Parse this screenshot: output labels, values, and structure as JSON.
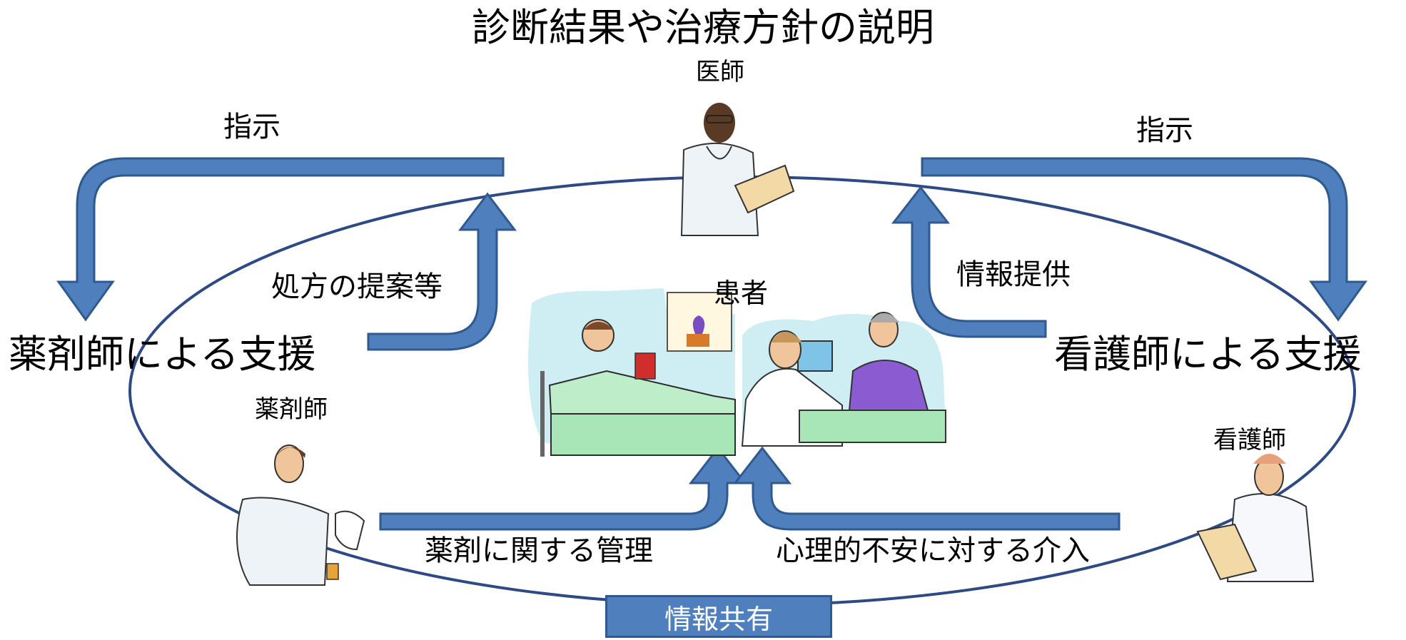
{
  "title": "診断結果や治療方針の説明",
  "roles": {
    "doctor": "医師",
    "patient": "患者",
    "pharmacist": "薬剤師",
    "nurse": "看護師"
  },
  "support": {
    "pharmacist": "薬剤師による支援",
    "nurse": "看護師による支援"
  },
  "arrows": {
    "instruct_left": "指示",
    "instruct_right": "指示",
    "prescription_proposal": "処方の提案等",
    "info_provision": "情報提供",
    "drug_management": "薬剤に関する管理",
    "psych_intervention": "心理的不安に対する介入"
  },
  "info_sharing": "情報共有",
  "colors": {
    "arrow_fill": "#4f7fbd",
    "arrow_stroke": "#2f5a90",
    "ellipse": "#2e4a86"
  }
}
